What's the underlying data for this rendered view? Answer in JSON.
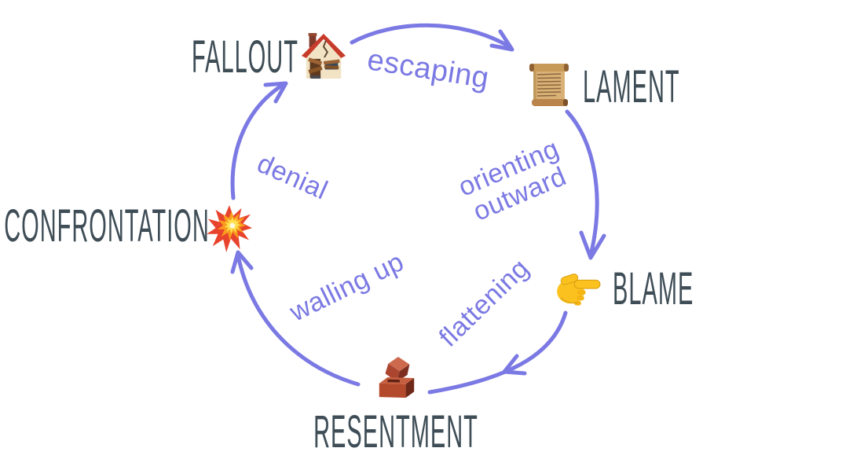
{
  "diagram": {
    "type": "cycle",
    "background": "#ffffff",
    "colors": {
      "arrow": "#7b79e3",
      "node_label": "#3e4d56"
    },
    "nodes": [
      {
        "id": "fallout",
        "label": "FALLOUT",
        "icon": "derelict-house-icon"
      },
      {
        "id": "lament",
        "label": "LAMENT",
        "icon": "scroll-icon"
      },
      {
        "id": "blame",
        "label": "BLAME",
        "icon": "pointing-finger-icon"
      },
      {
        "id": "resentment",
        "label": "RESENTMENT",
        "icon": "brick-icon"
      },
      {
        "id": "confrontation",
        "label": "CONFRONTATION",
        "icon": "collision-icon"
      }
    ],
    "edges": [
      {
        "from": "fallout",
        "to": "lament",
        "label": "escaping"
      },
      {
        "from": "lament",
        "to": "blame",
        "label": "orienting outward",
        "label_lines": [
          "orienting",
          "outward"
        ]
      },
      {
        "from": "blame",
        "to": "resentment",
        "label": "flattening"
      },
      {
        "from": "resentment",
        "to": "confrontation",
        "label": "walling up"
      },
      {
        "from": "confrontation",
        "to": "fallout",
        "label": "denial"
      }
    ]
  }
}
